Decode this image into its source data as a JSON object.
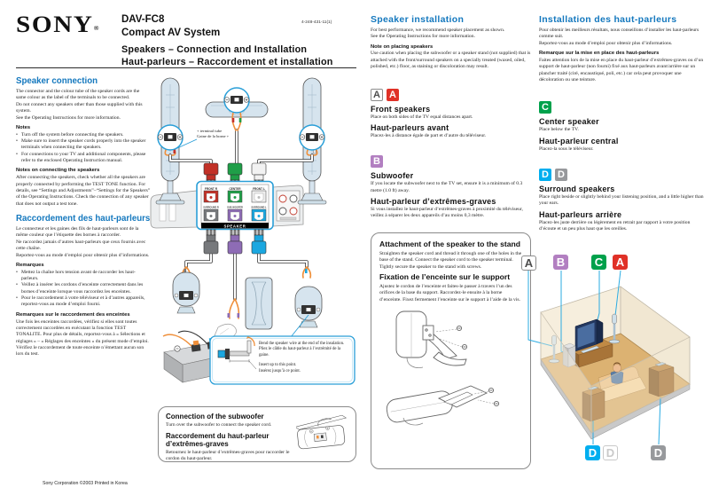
{
  "header": {
    "brand": "SONY",
    "reg_mark": "®",
    "model": "DAV-FC8",
    "product": "Compact AV System",
    "doc_number": "4-248-431-11(1)",
    "title_en": "Speakers – Connection and Installation",
    "title_fr": "Haut-parleurs – Raccordement et installation"
  },
  "colors": {
    "heading_blue": "#1478be",
    "accent_blue": "#2a9fd8",
    "wire_orange": "#ef8f3a",
    "badge_red": "#e03127",
    "badge_purple": "#b27fc1",
    "badge_green": "#00a14b",
    "badge_cyan": "#00aeef",
    "badge_gray": "#97999c"
  },
  "connection_en": {
    "heading": "Speaker connection",
    "paragraphs": [
      "The connector and the colour tube of the speaker cords are the same colour as the label of the terminals to be connected.",
      "Do not connect any speakers other than those supplied with this system.",
      "See the Operating Instructions for more information."
    ],
    "notes_title": "Notes",
    "notes": [
      "Turn off the system before connecting the speakers.",
      "Make sure to insert the speaker cords properly into the speaker terminals when connecting the speakers.",
      "For connections to your TV and additional components, please refer to the enclosed Operating Instruction manual."
    ],
    "sub_title": "Notes on connecting the speakers",
    "sub_body": "After connecting the speakers, check whether all the speakers are properly connected by performing the TEST TONE function. For details, see “Settings and Adjustments”–“Settings for the Speakers” of the Operating Instructions. Check the connection of any speaker that does not output a test tone."
  },
  "connection_fr": {
    "heading": "Raccordement des haut-parleurs",
    "paragraphs": [
      "Le connecteur et les gaines des fils de haut-parleurs sont de la même couleur que l’étiquette des bornes à raccorder.",
      "Ne raccordez jamais d’autres haut-parleurs que ceux fournis avec cette chaîne.",
      "Reportez-vous au mode d’emploi pour obtenir plus d’informations."
    ],
    "notes_title": "Remarques",
    "notes": [
      "Mettez la chaîne hors tension avant de raccorder les haut-parleurs.",
      "Veillez à insérer les cordons d’enceinte correctement dans les bornes d’enceinte lorsque vous raccordez les enceintes.",
      "Pour le raccordement à votre téléviseur et à d’autres appareils, reportez-vous au mode d’emploi fourni."
    ],
    "sub_title": "Remarques sur le raccordement des enceintes",
    "sub_body": "Une fois les enceintes raccordées, vérifiez si elles sont toutes correctement raccordées en exécutant la fonction TEST TONALITE. Pour plus de détails, reportez-vous à « Sélections et réglages » – « Réglages des enceintes » du présent mode d’emploi. Vérifiez le raccordement de toute enceinte n’émettant aucun son lors du test."
  },
  "diagram": {
    "terminal_tube_en": "+ terminal tube",
    "terminal_tube_fr": "Gaine de la borne +",
    "panel_top_labels": [
      "FRONT R",
      "CENTER",
      "FRONT L"
    ],
    "panel_bottom_labels": [
      "SURROUND R",
      "SUB WOOFER",
      "SURROUND L"
    ],
    "panel_bar": "SPEAKER",
    "callout_bend_en": "Bend the speaker wire at the end of the insulation.",
    "callout_bend_fr": "Pliez le câble du haut-parleur à l’extrémité de la gaine.",
    "callout_insert_en": "Insert up to this point.",
    "callout_insert_fr": "Insérez jusqu’à ce point."
  },
  "installation_en": {
    "heading": "Speaker installation",
    "paragraphs": [
      "For best performance, we recommend speaker placement as shown.",
      "See the Operating Instructions for more information."
    ],
    "note_title": "Note on placing speakers",
    "note_body": "Use caution when placing the subwoofer or a speaker stand (not supplied) that is attached with the front/surround speakers on a specially treated (waxed, oiled, polished, etc.) floor, as staining or discoloration may result."
  },
  "installation_fr": {
    "heading": "Installation des haut-parleurs",
    "paragraphs": [
      "Pour obtenir les meilleurs résultats, nous conseillons d’installer les haut-parleurs comme suit.",
      "Reportez-vous au mode d’emploi pour obtenir plus d’informations."
    ],
    "note_title": "Remarque sur la mise en place des haut-parleurs",
    "note_body": "Faites attention lors de la mise en place du haut-parleur d’extrêmes-graves ou d’un support de haut-parleur (non fourni) fixé aux haut-parleurs avant/arrière sur un plancher traité (ciré, encaustiqué, poli, etc.) car cela peut provoquer une décoloration ou une teinture."
  },
  "sections": {
    "front": {
      "badges": [
        "A",
        "A"
      ],
      "title_en": "Front speakers",
      "body_en": "Place on both sides of the TV equal distances apart.",
      "title_fr": "Haut-parleurs avant",
      "body_fr": "Placez-les à distance égale de part et d’autre du téléviseur."
    },
    "sub": {
      "badge": "B",
      "title_en": "Subwoofer",
      "body_en": "If you locate the subwoofer next to the TV set, ensure it is a minimum of 0.3 metre (1.0 ft) away.",
      "title_fr": "Haut-parleur d’extrêmes-graves",
      "body_fr": "Si vous installez le haut-parleur d’extrêmes-graves à proximité du téléviseur, veillez à séparer les deux appareils d’au moins 0,3 mètre."
    },
    "center": {
      "badge": "C",
      "title_en": "Center speaker",
      "body_en": "Place below the TV.",
      "title_fr": "Haut-parleur central",
      "body_fr": "Placez-la sous le téléviseur."
    },
    "surround": {
      "badges": [
        "D",
        "D"
      ],
      "title_en": "Surround speakers",
      "body_en": "Place right beside or slightly behind your listening position, and a little higher than your ears.",
      "title_fr": "Haut-parleurs arrière",
      "body_fr": "Placez-les juste derrière ou légèrement en retrait par rapport à votre position d’écoute et un peu plus haut que les oreilles."
    }
  },
  "attachment_box": {
    "title_en": "Attachment of the speaker to the stand",
    "body_en": "Straighten the speaker cord and thread it through one of the holes in the base of the stand. Connect the speaker cord to the speaker terminal. Tightly secure the speaker to the stand with screws.",
    "title_fr": "Fixation de l’enceinte sur le support",
    "body_fr": "Ajustez le cordon de l’enceinte et faites-le passer à travers l’un des orifices de la base du support. Raccordez-le ensuite à la borne d’enceinte. Fixez fermement l’enceinte sur le support à l’aide de la vis."
  },
  "subwoofer_box": {
    "title_en": "Connection of the subwoofer",
    "body_en": "Turn over the subwoofer to connect the speaker cord.",
    "title_fr": "Raccordement du haut-parleur d’extrêmes-graves",
    "body_fr": "Retournez le haut-parleur d’extrêmes-graves pour raccorder le cordon du haut-parleur."
  },
  "room": {
    "badges_top": [
      "A",
      "B",
      "C",
      "A"
    ],
    "badges_bottom": [
      "D",
      "D",
      "D"
    ]
  },
  "footer": "Sony Corporation ©2003  Printed in Korea"
}
